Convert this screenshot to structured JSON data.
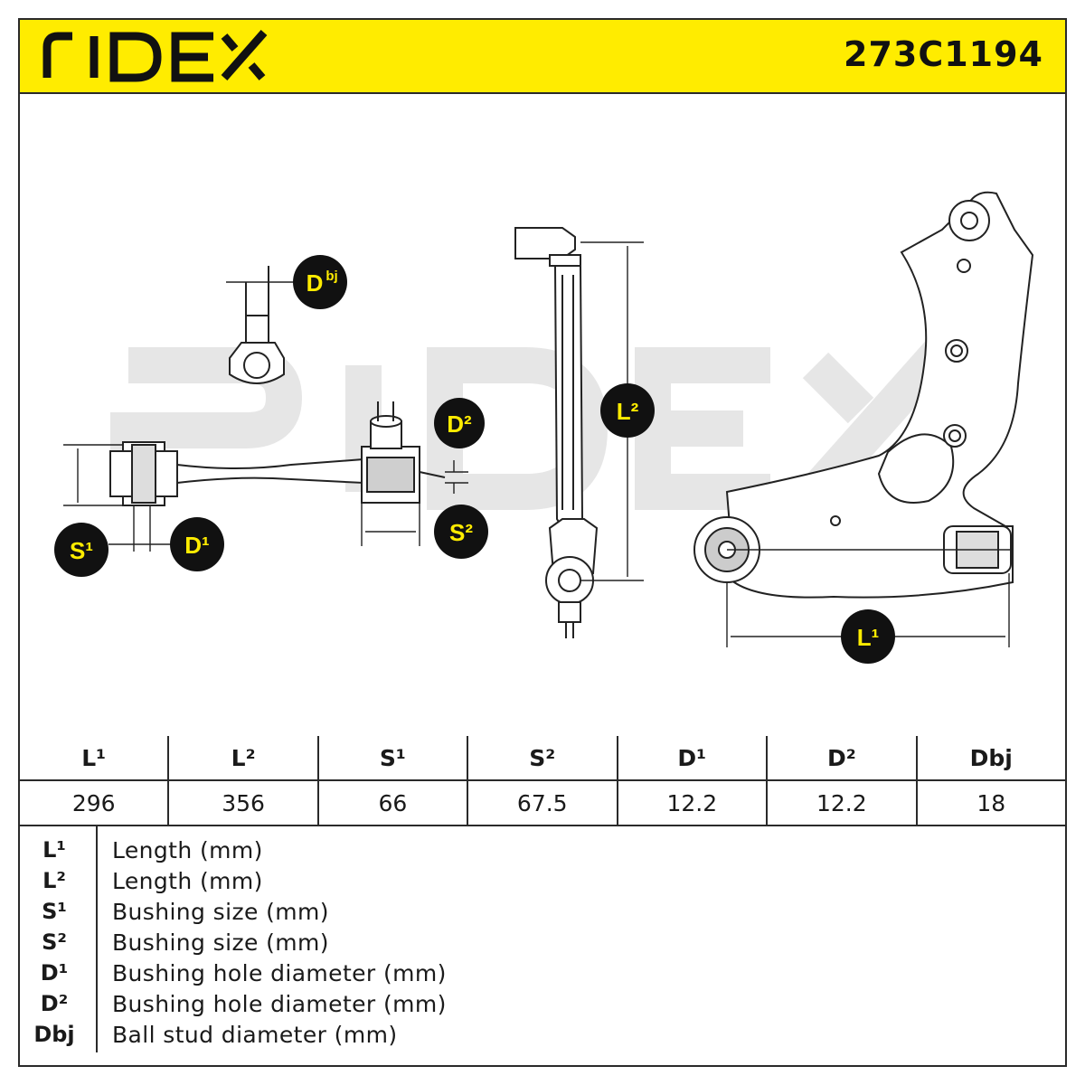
{
  "header": {
    "brand": "RIDEX",
    "part_number": "273C1194"
  },
  "drawing": {
    "watermark": "RIDEX",
    "labels": {
      "dbj": "Dbj",
      "d2": "D²",
      "s1": "S¹",
      "d1": "D¹",
      "s2": "S²",
      "l2": "L²",
      "l1": "L¹"
    }
  },
  "specs": {
    "headers": [
      "L¹",
      "L²",
      "S¹",
      "S²",
      "D¹",
      "D²",
      "Dbj"
    ],
    "values": [
      "296",
      "356",
      "66",
      "67.5",
      "12.2",
      "12.2",
      "18"
    ]
  },
  "legend": [
    {
      "symbol": "L¹",
      "description": "Length (mm)"
    },
    {
      "symbol": "L²",
      "description": "Length (mm)"
    },
    {
      "symbol": "S¹",
      "description": "Bushing size (mm)"
    },
    {
      "symbol": "S²",
      "description": "Bushing size (mm)"
    },
    {
      "symbol": "D¹",
      "description": "Bushing hole diameter (mm)"
    },
    {
      "symbol": "D²",
      "description": "Bushing hole diameter (mm)"
    },
    {
      "symbol": "Dbj",
      "description": "Ball stud diameter (mm)"
    }
  ],
  "colors": {
    "header_bg": "#ffec00",
    "badge_bg": "#111111",
    "badge_text": "#ffec00",
    "watermark": "#e8e8e8"
  }
}
